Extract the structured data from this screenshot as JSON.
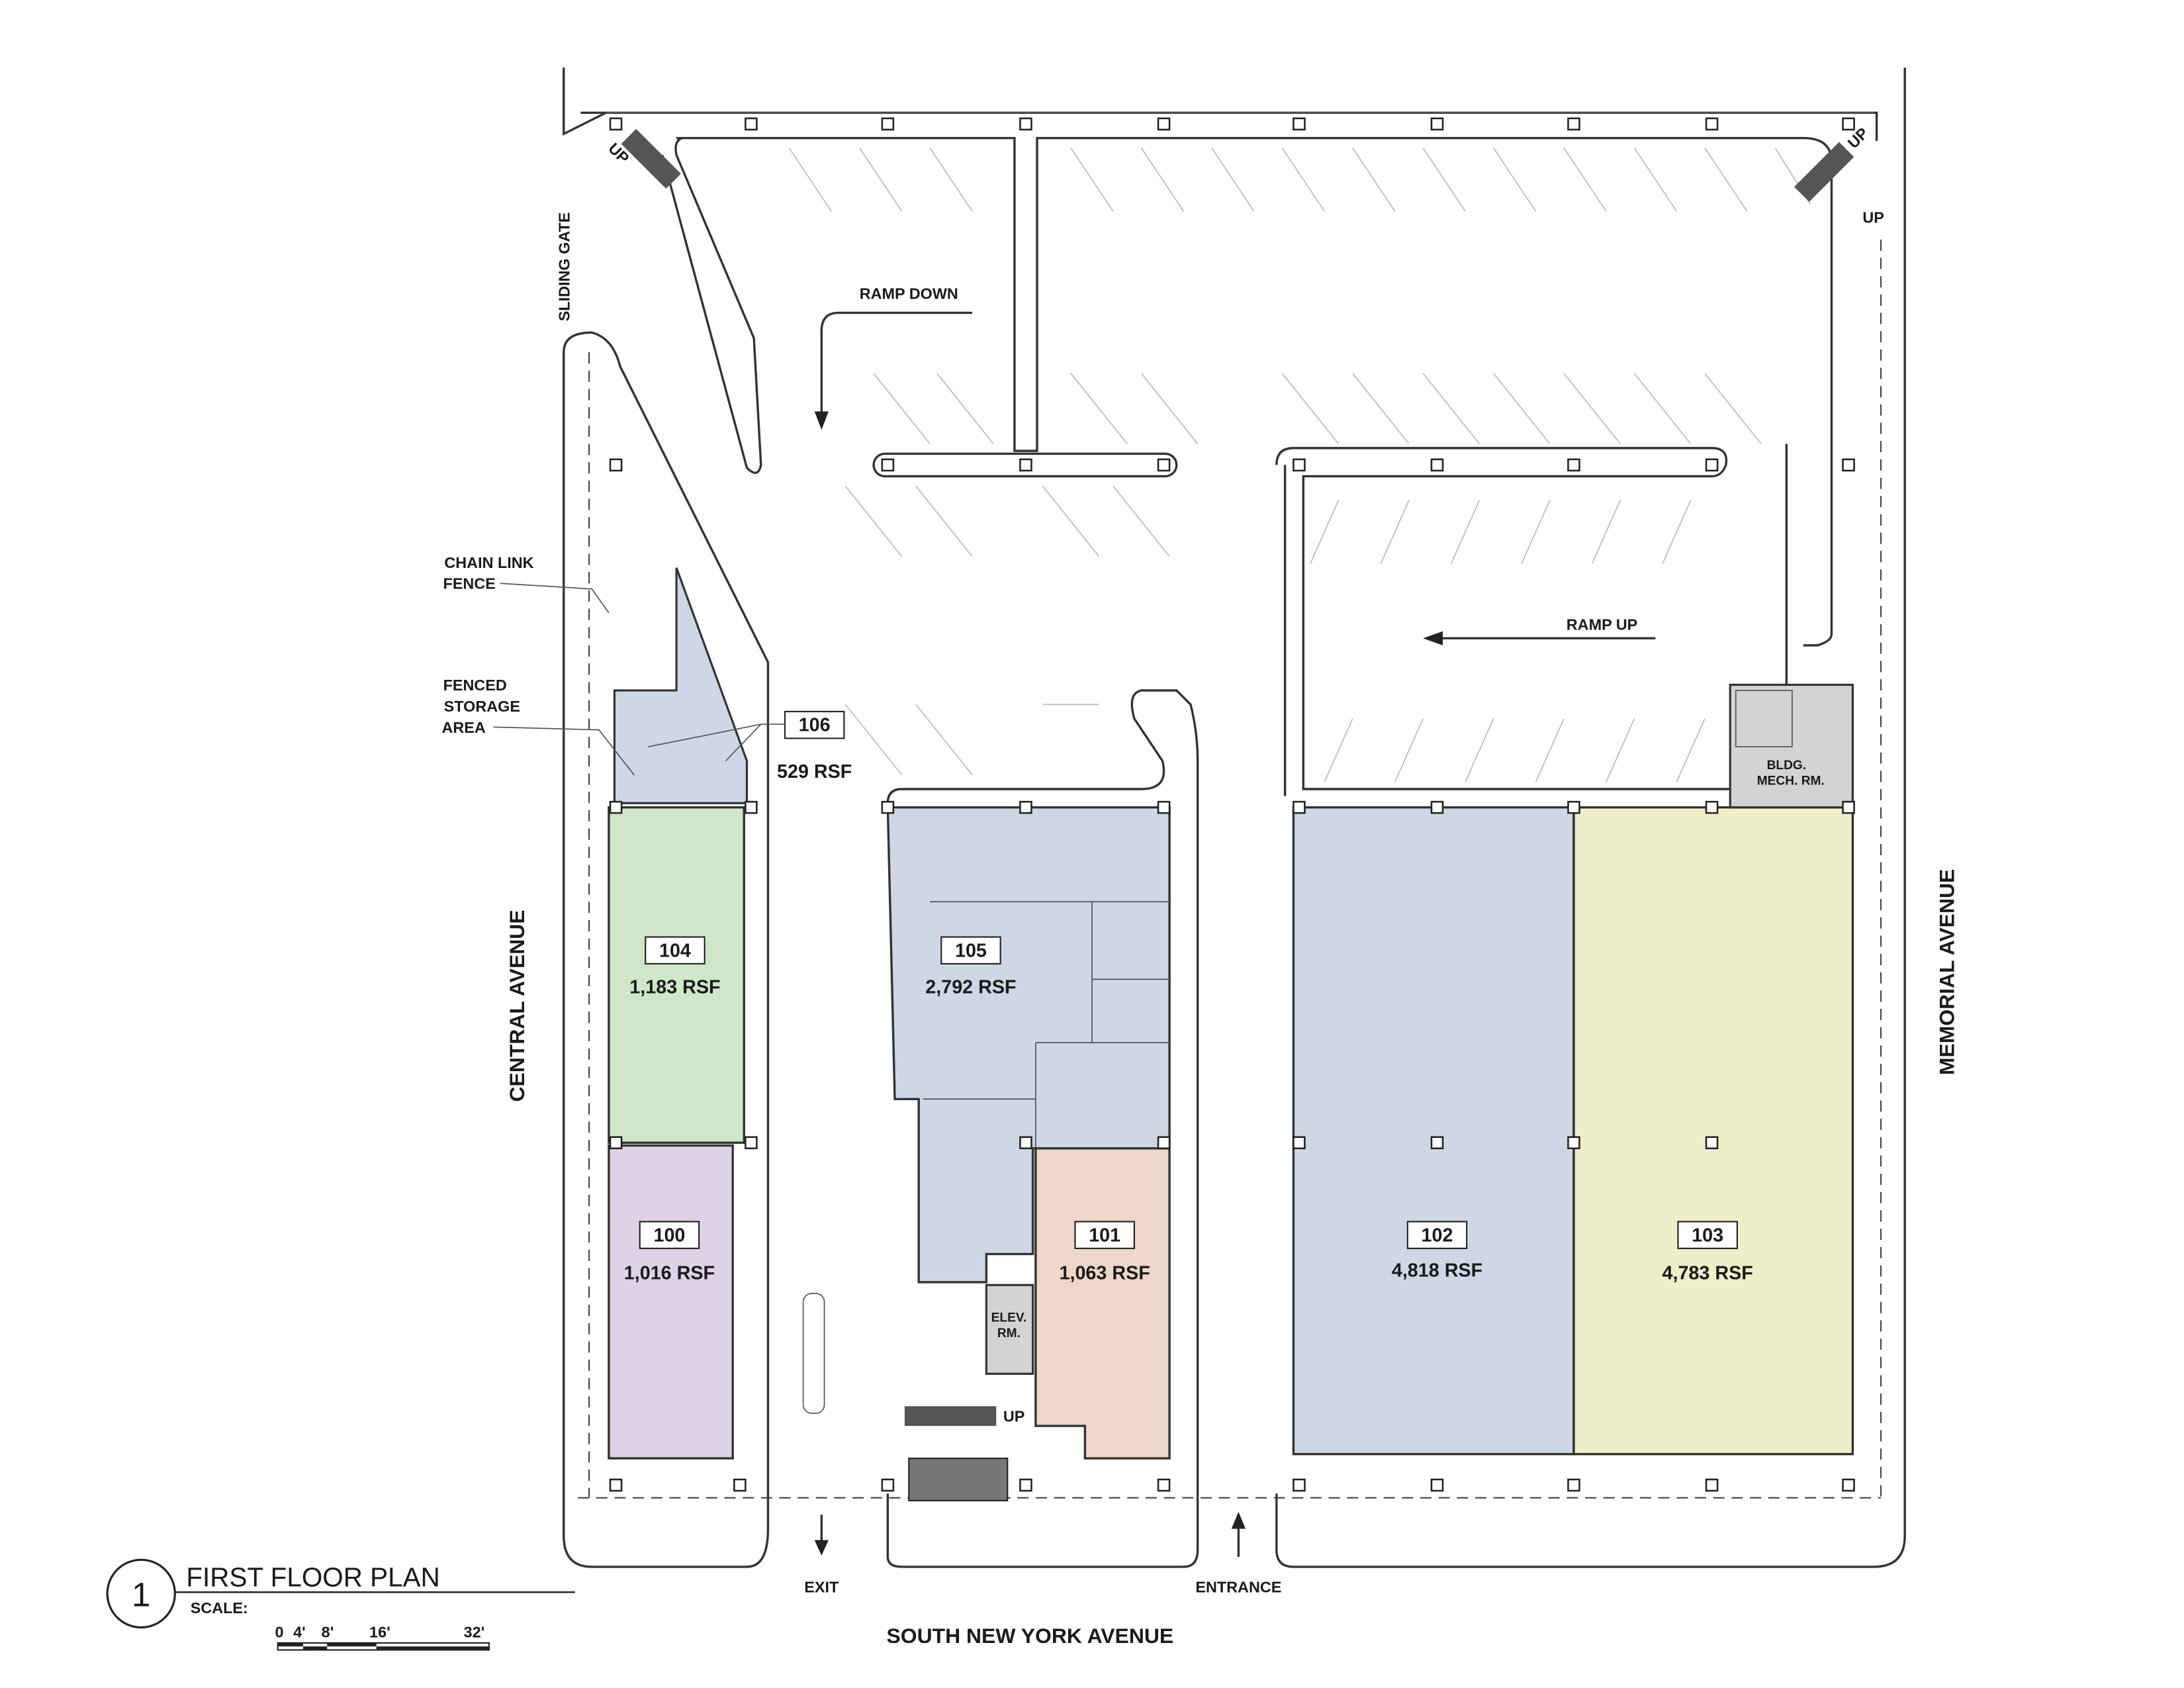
{
  "title": {
    "number": "1",
    "text": "FIRST FLOOR PLAN",
    "scale_label": "SCALE:",
    "scale_ticks": [
      "0",
      "4'",
      "8'",
      "16'",
      "32'"
    ]
  },
  "streets": {
    "south": "SOUTH NEW YORK AVENUE",
    "west": "CENTRAL AVENUE",
    "east": "MEMORIAL AVENUE"
  },
  "annotations": {
    "sliding_gate": "SLIDING GATE",
    "ramp_down": "RAMP DOWN",
    "ramp_up": "RAMP UP",
    "chain_link_fence": [
      "CHAIN LINK",
      "FENCE"
    ],
    "fenced_storage": [
      "FENCED",
      "STORAGE",
      "AREA"
    ],
    "exit": "EXIT",
    "entrance": "ENTRANCE",
    "up": "UP",
    "elev_rm": [
      "ELEV.",
      "RM."
    ],
    "mech_rm": [
      "BLDG.",
      "MECH. RM."
    ]
  },
  "units": [
    {
      "id": "106",
      "area": "529 RSF",
      "color": "#cdd7e5"
    },
    {
      "id": "104",
      "area": "1,183 RSF",
      "color": "#cfe6c9"
    },
    {
      "id": "100",
      "area": "1,016 RSF",
      "color": "#ddd2e6"
    },
    {
      "id": "105",
      "area": "2,792 RSF",
      "color": "#cdd7e5"
    },
    {
      "id": "101",
      "area": "1,063 RSF",
      "color": "#ecd7c8"
    },
    {
      "id": "102",
      "area": "4,818 RSF",
      "color": "#cdd7e5"
    },
    {
      "id": "103",
      "area": "4,783 RSF",
      "color": "#eeeec8"
    }
  ],
  "colors": {
    "mech": "#d3d3d3"
  }
}
